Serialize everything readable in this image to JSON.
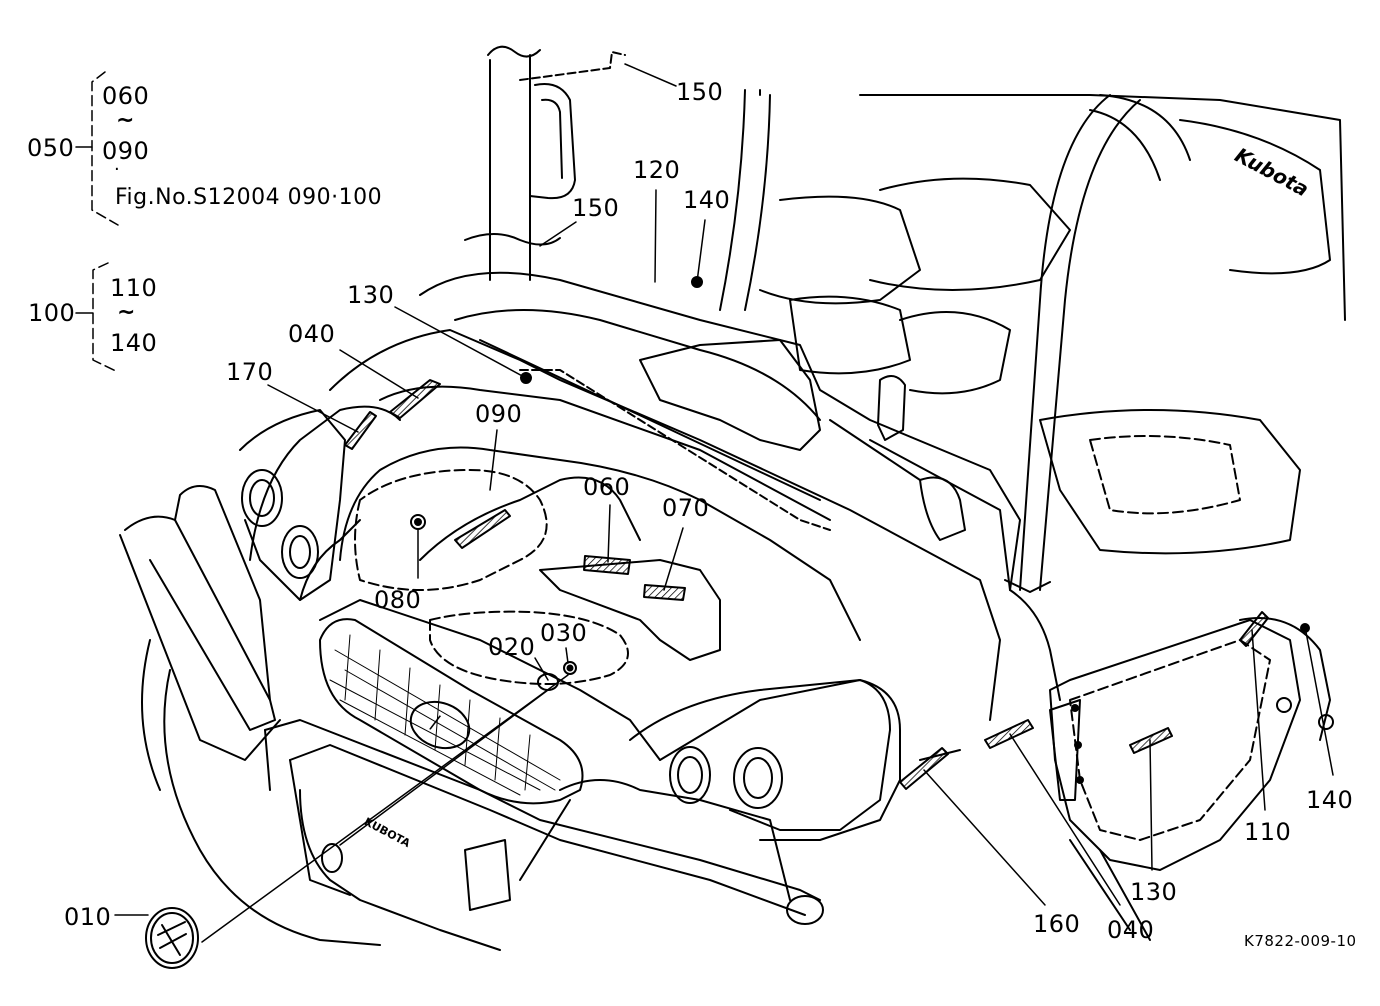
{
  "legend": {
    "group050": {
      "id": "050",
      "from": "060",
      "to": "090",
      "dot": "·",
      "ref": "Fig.No.S12004  090·100"
    },
    "group100": {
      "id": "100",
      "from": "110",
      "to": "140"
    },
    "tilde": "~"
  },
  "callouts": {
    "c150a": "150",
    "c150b": "150",
    "c120": "120",
    "c140a": "140",
    "c130a": "130",
    "c040a": "040",
    "c170": "170",
    "c090": "090",
    "c060": "060",
    "c070": "070",
    "c080": "080",
    "c020": "020",
    "c030": "030",
    "c010": "010",
    "c160": "160",
    "c040b": "040",
    "c130b": "130",
    "c110": "110",
    "c140b": "140"
  },
  "marks": {
    "kubota_seat": "Kubota",
    "kubota_plate": "KUBOTA",
    "bumper_badge": "/"
  },
  "drawing_code": "K7822-009-10",
  "colors": {
    "line": "#000000",
    "background": "#ffffff",
    "hatch": "#000000"
  }
}
